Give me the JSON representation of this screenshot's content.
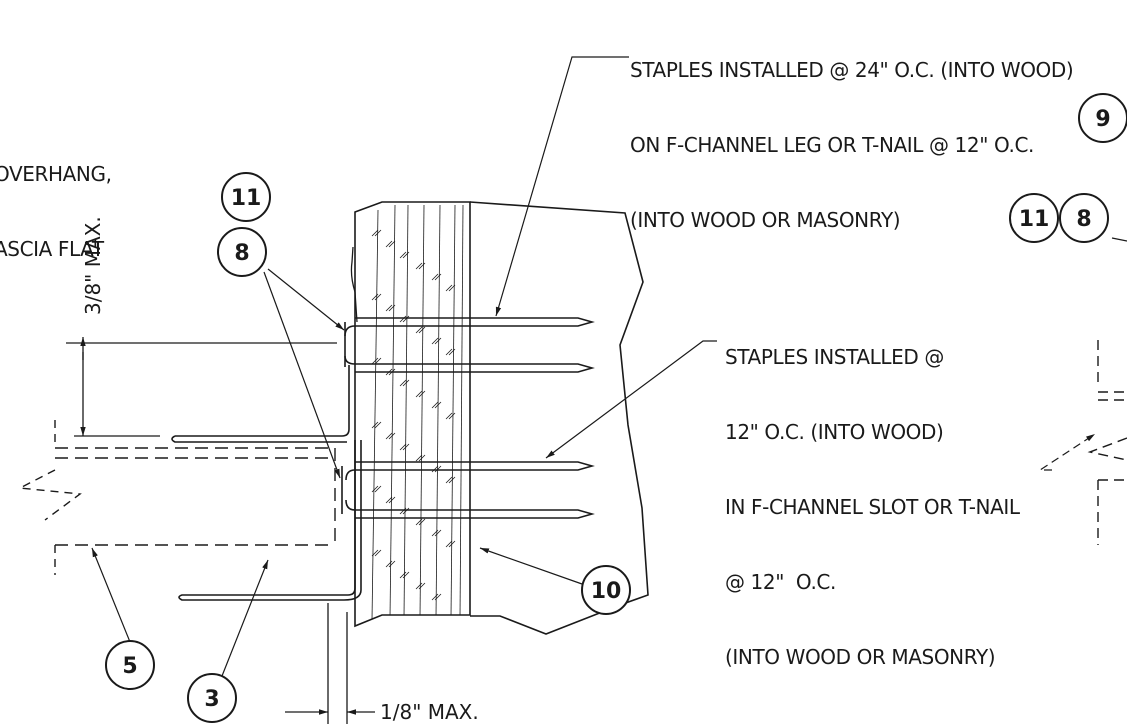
{
  "notes": {
    "staples_24": [
      "STAPLES INSTALLED @ 24\" O.C. (INTO WOOD)",
      "ON F-CHANNEL LEG OR T-NAIL @ 12\" O.C.",
      "(INTO WOOD OR MASONRY)"
    ],
    "staples_12": [
      "STAPLES INSTALLED @",
      "12\" O.C. (INTO WOOD)",
      "IN F-CHANNEL SLOT OR T-NAIL",
      "@ 12\"  O.C.",
      "(INTO WOOD OR MASONRY)"
    ],
    "overhang": [
      "OVERHANG,",
      "ASCIA FLAT"
    ]
  },
  "dimensions": {
    "vertical": "3/8\" MAX.",
    "horizontal": "1/8\" MAX."
  },
  "callouts": {
    "c11_left": "11",
    "c8_left": "8",
    "c10": "10",
    "c5": "5",
    "c3": "3",
    "c9_right": "9",
    "c11_right": "11",
    "c8_right": "8"
  },
  "colors": {
    "line": "#1a1a1a",
    "background": "#ffffff"
  }
}
